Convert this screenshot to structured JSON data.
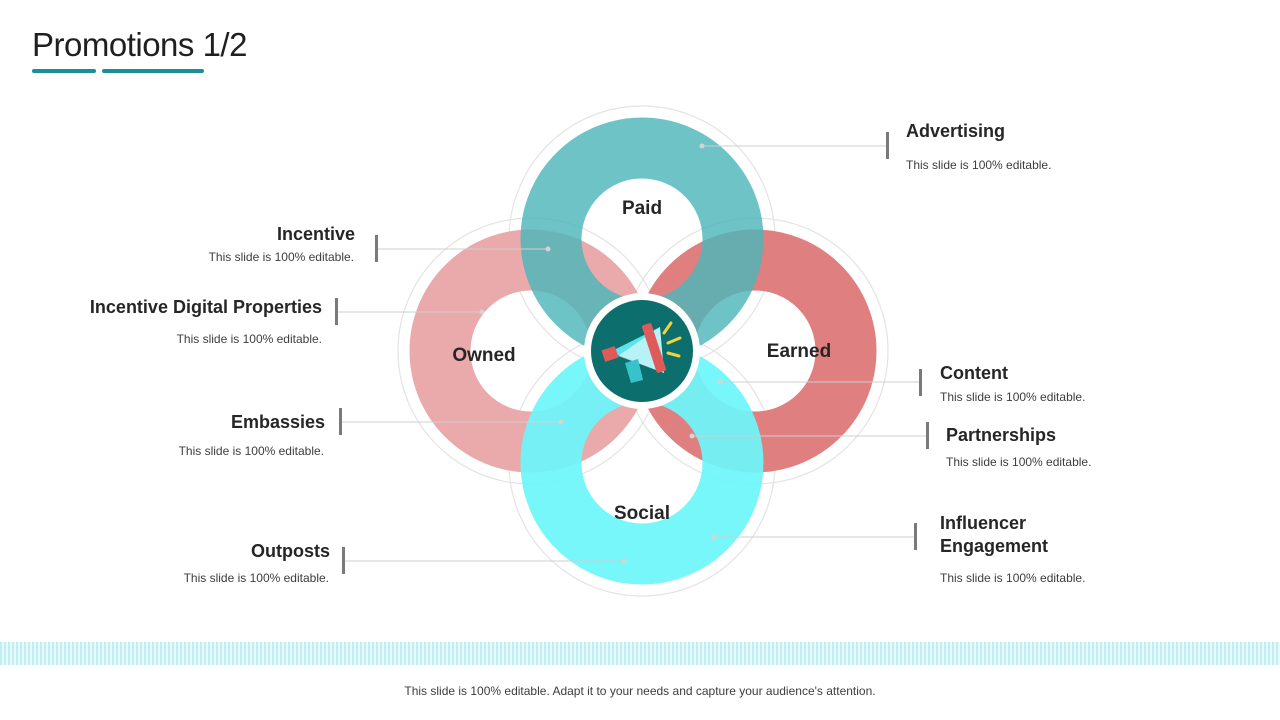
{
  "slide": {
    "title": "Promotions  1/2",
    "footer": "This slide is 100% editable. Adapt it to your needs and capture your audience's attention."
  },
  "rings": {
    "paid": "Paid",
    "owned": "Owned",
    "earned": "Earned",
    "social": "Social"
  },
  "colors": {
    "paid": "#4db6b9",
    "owned": "#eaa9ab",
    "earned": "#df7f80",
    "social": "#6cf6fb",
    "center": "#0d6e6e",
    "accent": "#1b8e9a"
  },
  "center_icon": "megaphone-icon",
  "labels": {
    "advertising": {
      "title": "Advertising",
      "desc": "This slide is 100% editable."
    },
    "incentive": {
      "title": "Incentive",
      "desc": "This slide is 100% editable."
    },
    "incentive_digital": {
      "title": "Incentive Digital Properties",
      "desc": "This slide is 100% editable."
    },
    "embassies": {
      "title": "Embassies",
      "desc": "This slide is 100% editable."
    },
    "outposts": {
      "title": "Outposts",
      "desc": "This slide is 100% editable."
    },
    "content": {
      "title": "Content",
      "desc": "This slide is 100% editable."
    },
    "partnerships": {
      "title": "Partnerships",
      "desc": "This slide is 100% editable."
    },
    "influencer": {
      "title_line1": "Influencer",
      "title_line2": "Engagement",
      "desc": "This slide is 100% editable."
    }
  }
}
